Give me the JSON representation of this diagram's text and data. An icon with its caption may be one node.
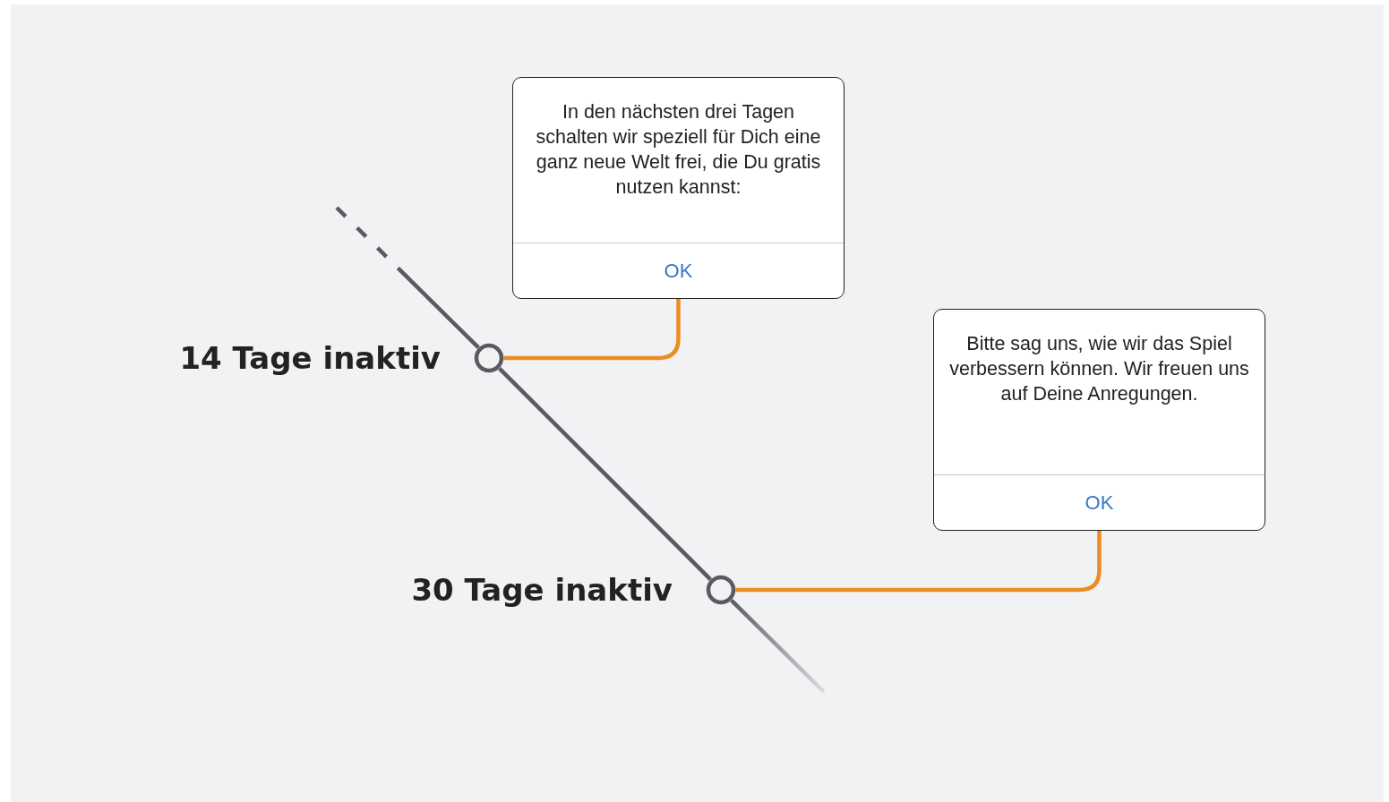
{
  "diagram": {
    "nodes": [
      {
        "text": [
          "In den nächsten drei Tagen schalten wir speziell für Dich eine ganz neue Welt frei, die Du gratis nutzen kannst:",
          "OK"
        ]
      },
      {
        "text": [],
        "shape": "circle",
        "beside": [
          "14 Tage inaktiv"
        ]
      },
      {
        "text": [
          "Bitte sag uns, wie wir das Spiel verbessern können. Wir freuen uns auf Deine Anregungen.",
          "OK"
        ]
      },
      {
        "text": [],
        "shape": "circle",
        "beside": [
          "30 Tage inaktiv"
        ]
      }
    ],
    "edges": [
      {
        "from": null,
        "to": 1,
        "arrow": "none",
        "style": "dashed",
        "color": "#5a5b5e"
      },
      {
        "from": 1,
        "to": 3,
        "arrow": "none",
        "color": "#5a5b5e"
      },
      {
        "from": 3,
        "to": null,
        "arrow": "none",
        "color": "#5a5b5e"
      },
      {
        "from": 0,
        "to": 1,
        "arrow": "none",
        "color": "#ee8c24"
      },
      {
        "from": 2,
        "to": 3,
        "arrow": "none",
        "color": "#ee8c24"
      }
    ]
  }
}
